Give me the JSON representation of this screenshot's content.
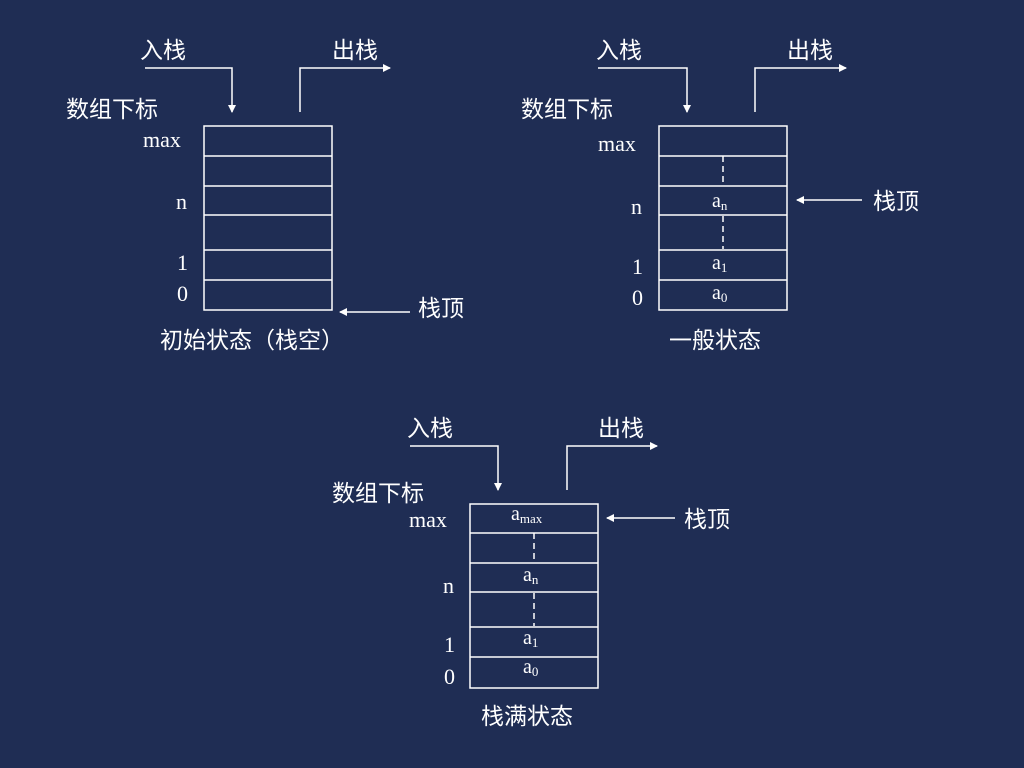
{
  "colors": {
    "background": "#1f2d54",
    "foreground": "#ffffff"
  },
  "labels": {
    "push": "入栈",
    "pop": "出栈",
    "array_index": "数组下标",
    "top": "栈顶"
  },
  "indices": {
    "max": "max",
    "n": "n",
    "one": "1",
    "zero": "0"
  },
  "elements": {
    "a": "a",
    "sub_max": "max",
    "sub_n": "n",
    "sub_1": "1",
    "sub_0": "0"
  },
  "captions": {
    "initial": "初始状态（栈空）",
    "general": "一般状态",
    "full": "栈满状态"
  }
}
